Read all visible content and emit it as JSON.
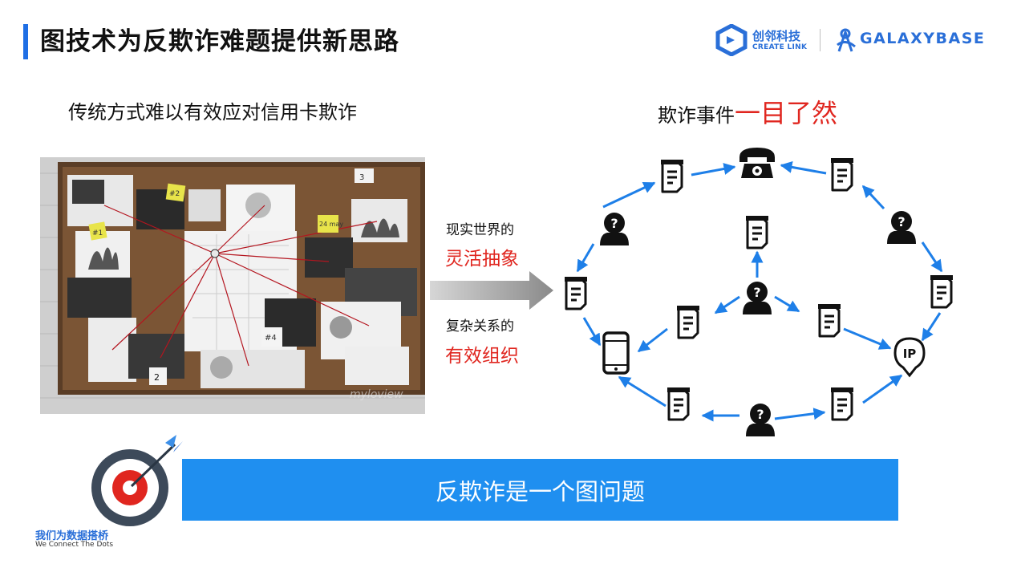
{
  "header": {
    "title": "图技术为反欺诈难题提供新思路",
    "logo_createlink_name": "创邻科技",
    "logo_createlink_sub": "CREATE LINK",
    "logo_galaxybase": "GALAXYBASE"
  },
  "left": {
    "heading": "传统方式难以有效应对信用卡欺诈",
    "board_notes": [
      "#1",
      "#2",
      "3",
      "24 may",
      "#4",
      "2"
    ],
    "watermark": "myloview"
  },
  "middle": {
    "line1": "现实世界的",
    "line1_red": "灵活抽象",
    "line2": "复杂关系的",
    "line2_red": "有效组织"
  },
  "right": {
    "heading_prefix": "欺诈事件",
    "heading_highlight": "一目了然",
    "ip_label": "IP"
  },
  "banner": {
    "text": "反欺诈是一个图问题"
  },
  "footer": {
    "slogan_cn": "我们为数据搭桥",
    "slogan_en": "We Connect The Dots"
  },
  "colors": {
    "accent_blue": "#1f6fe5",
    "banner_blue": "#1f8ff0",
    "highlight_red": "#e0261f",
    "edge_blue": "#1e7fe8"
  }
}
